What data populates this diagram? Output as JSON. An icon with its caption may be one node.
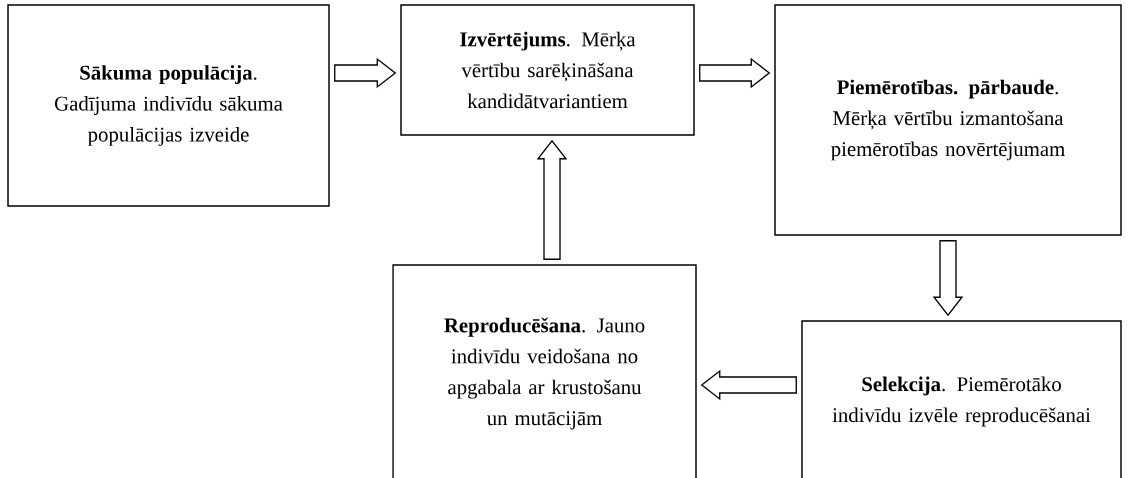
{
  "diagram": {
    "nodes": [
      {
        "text": [
          "**Sākuma populācija**. Gadījuma indivīdu sākuma populācijas izveide"
        ]
      },
      {
        "text": [
          "**Izvērtējums**. Mērķa vērtību sarēķināšana kandidātvariantiem"
        ]
      },
      {
        "text": [
          "**Piemērotības. pārbaude**. Mērķa vērtību izmantošana piemērotības novērtējumam"
        ]
      },
      {
        "text": [
          "**Selekcija**. Piemērotāko indivīdu izvēle reproducēšanai"
        ]
      },
      {
        "text": [
          "**Reproducēšana**. Jauno indivīdu veidošana no apgabala ar krustošanu un mutācijām"
        ]
      }
    ],
    "edges": [
      {
        "from": 0,
        "to": 1,
        "arrow": "to"
      },
      {
        "from": 1,
        "to": 2,
        "arrow": "to"
      },
      {
        "from": 2,
        "to": 3,
        "arrow": "to"
      },
      {
        "from": 3,
        "to": 4,
        "arrow": "to"
      },
      {
        "from": 4,
        "to": 1,
        "arrow": "to"
      }
    ]
  }
}
